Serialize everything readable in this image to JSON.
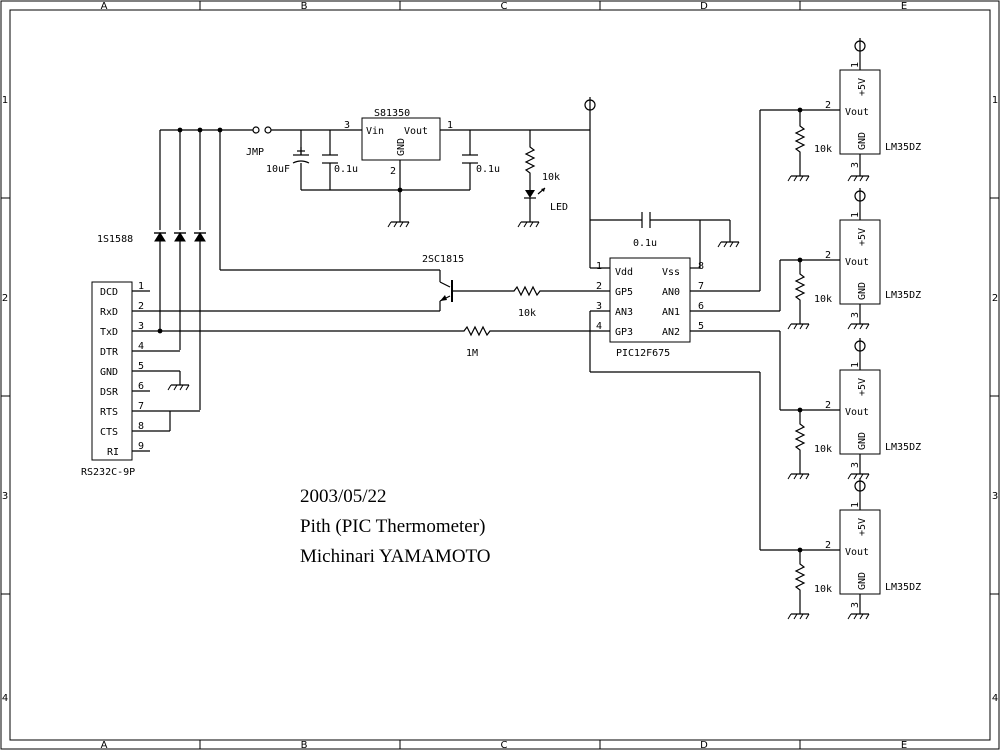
{
  "zones": {
    "columns": [
      "A",
      "B",
      "C",
      "D",
      "E"
    ],
    "rows": [
      "1",
      "2",
      "3",
      "4"
    ]
  },
  "title_block": {
    "date": "2003/05/22",
    "project": "Pith (PIC Thermometer)",
    "author": "Michinari YAMAMOTO"
  },
  "regulator": {
    "name": "S81350",
    "vin": "Vin",
    "vout": "Vout",
    "gnd": "GND",
    "pin_in": "3",
    "pin_out": "1",
    "pin_gnd": "2"
  },
  "parts": {
    "jumper": "JMP",
    "cap_electrolytic": "10uF",
    "cap_in": "0.1u",
    "cap_out": "0.1u",
    "cap_decoupling": "0.1u",
    "led_resistor": "10k",
    "led": "LED",
    "diodes": "1S1588",
    "transistor": "2SC1815",
    "base_resistor": "10k",
    "rx_resistor": "1M"
  },
  "connector": {
    "name": "RS232C-9P",
    "pins": [
      {
        "label": "DCD",
        "num": "1"
      },
      {
        "label": "RxD",
        "num": "2"
      },
      {
        "label": "TxD",
        "num": "3"
      },
      {
        "label": "DTR",
        "num": "4"
      },
      {
        "label": "GND",
        "num": "5"
      },
      {
        "label": "DSR",
        "num": "6"
      },
      {
        "label": "RTS",
        "num": "7"
      },
      {
        "label": "CTS",
        "num": "8"
      },
      {
        "label": "RI",
        "num": "9"
      }
    ]
  },
  "mcu": {
    "name": "PIC12F675",
    "left": [
      {
        "label": "Vdd",
        "num": "1"
      },
      {
        "label": "GP5",
        "num": "2"
      },
      {
        "label": "AN3",
        "num": "3"
      },
      {
        "label": "GP3",
        "num": "4"
      }
    ],
    "right": [
      {
        "label": "Vss",
        "num": "8"
      },
      {
        "label": "AN0",
        "num": "7"
      },
      {
        "label": "AN1",
        "num": "6"
      },
      {
        "label": "AN2",
        "num": "5"
      }
    ]
  },
  "sensors": [
    {
      "name": "LM35DZ",
      "vcc": "+5V",
      "vout": "Vout",
      "gnd": "GND",
      "p1": "1",
      "p2": "2",
      "p3": "3",
      "resistor": "10k"
    },
    {
      "name": "LM35DZ",
      "vcc": "+5V",
      "vout": "Vout",
      "gnd": "GND",
      "p1": "1",
      "p2": "2",
      "p3": "3",
      "resistor": "10k"
    },
    {
      "name": "LM35DZ",
      "vcc": "+5V",
      "vout": "Vout",
      "gnd": "GND",
      "p1": "1",
      "p2": "2",
      "p3": "3",
      "resistor": "10k"
    },
    {
      "name": "LM35DZ",
      "vcc": "+5V",
      "vout": "Vout",
      "gnd": "GND",
      "p1": "1",
      "p2": "2",
      "p3": "3",
      "resistor": "10k"
    }
  ]
}
